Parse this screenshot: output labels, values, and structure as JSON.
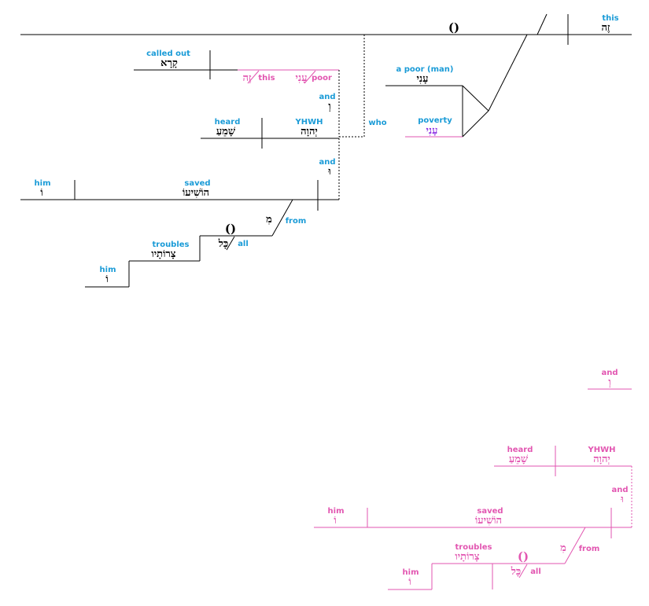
{
  "colors": {
    "gloss": "#1a9bd7",
    "pink": "#e256b1",
    "purple": "#8a2be2",
    "black": "#000000"
  },
  "top": {
    "main_placeholder": "()",
    "this_gloss": "this",
    "this_heb": "זֶה",
    "called_out_gloss": "called out",
    "called_out_heb": "קָרָא",
    "this_obj_heb": "זֶה",
    "this_obj_gloss": "this",
    "poor_heb": "עָנִי",
    "poor_gloss": "poor",
    "and1_gloss": "and",
    "and1_heb": "וְ",
    "who_gloss": "who",
    "a_poor_man_gloss": "a poor (man)",
    "a_poor_man_heb": "עָנִי",
    "poverty_gloss": "poverty",
    "poverty_heb": "עָנִי",
    "heard_gloss": "heard",
    "heard_heb": "שָׁמֵעַ",
    "yhwh_gloss": "YHWH",
    "yhwh_heb": "יְהוָה",
    "and2_gloss": "and",
    "and2_heb": "וּ",
    "him1_gloss": "him",
    "him1_heb": "וֹ",
    "saved_gloss": "saved",
    "saved_heb": "הוֹשִׁיעוֹ",
    "from_gloss": "from",
    "from_heb": "מִ",
    "all_placeholder": "()",
    "all_heb": "כָּל",
    "all_gloss": "all",
    "troubles_gloss": "troubles",
    "troubles_heb": "צָרוֹתָיו",
    "him2_gloss": "him",
    "him2_heb": "וֹ"
  },
  "bottom": {
    "and1_gloss": "and",
    "and1_heb": "וְ",
    "heard_gloss": "heard",
    "heard_heb": "שָׁמֵעַ",
    "yhwh_gloss": "YHWH",
    "yhwh_heb": "יְהוָה",
    "and2_gloss": "and",
    "and2_heb": "וּ",
    "him1_gloss": "him",
    "him1_heb": "וֹ",
    "saved_gloss": "saved",
    "saved_heb": "הוֹשִׁיעוֹ",
    "from_gloss": "from",
    "from_heb": "מִ",
    "troubles_gloss": "troubles",
    "troubles_heb": "צָרוֹתָיו",
    "all_placeholder": "()",
    "all_heb": "כָּל",
    "all_gloss": "all",
    "him2_gloss": "him",
    "him2_heb": "וֹ"
  }
}
